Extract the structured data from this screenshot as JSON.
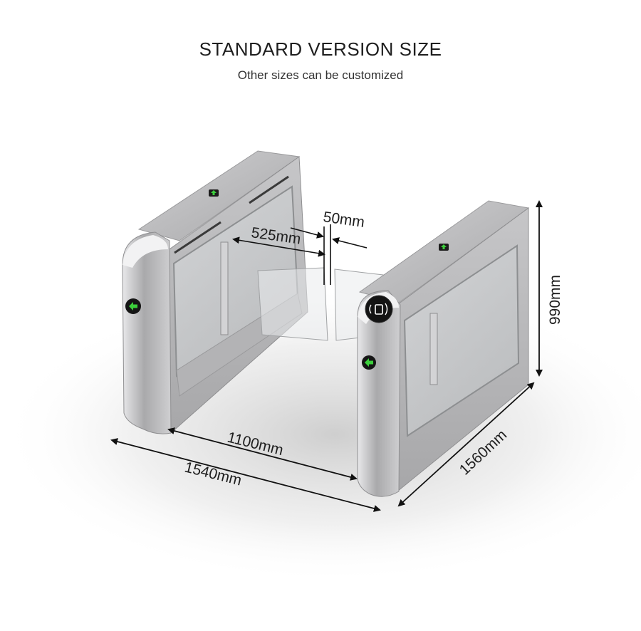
{
  "header": {
    "title": "STANDARD VERSION SIZE",
    "subtitle": "Other sizes can be customized"
  },
  "dimensions": {
    "gate_gap": "50mm",
    "wing_length": "525mm",
    "lane_width": "1100mm",
    "total_width": "1540mm",
    "cabinet_length": "1560mm",
    "height": "990mm"
  },
  "icons": {
    "direction_arrow": "green-arrow-icon",
    "card_reader": "rfid-card-reader-icon"
  },
  "colors": {
    "arrow_green": "#3ccf3c",
    "steel": "#b9b9bb"
  }
}
